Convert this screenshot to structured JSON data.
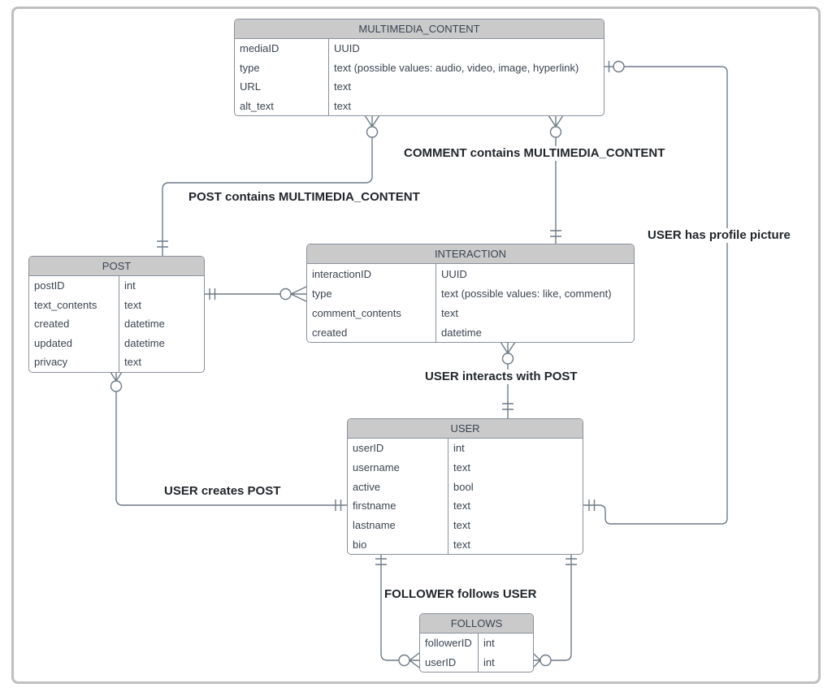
{
  "diagram_type": "entity-relationship (crow's foot notation)",
  "colors": {
    "background": "#ffffff",
    "canvas_border": "#bfbfbf",
    "entity_header_fill": "#cacaca",
    "entity_border": "#8a919a",
    "entity_text": "#3b4450",
    "connector_line": "#6e7a87",
    "relationship_label_text": "#22262b"
  },
  "entities": {
    "multimedia_content": {
      "title": "MULTIMEDIA_CONTENT",
      "rows": [
        {
          "name": "mediaID",
          "type": "UUID"
        },
        {
          "name": "type",
          "type": "text (possible values: audio, video, image, hyperlink)"
        },
        {
          "name": "URL",
          "type": "text"
        },
        {
          "name": "alt_text",
          "type": "text"
        }
      ]
    },
    "post": {
      "title": "POST",
      "rows": [
        {
          "name": "postID",
          "type": "int"
        },
        {
          "name": "text_contents",
          "type": "text"
        },
        {
          "name": "created",
          "type": "datetime"
        },
        {
          "name": "updated",
          "type": "datetime"
        },
        {
          "name": "privacy",
          "type": "text"
        }
      ]
    },
    "interaction": {
      "title": "INTERACTION",
      "rows": [
        {
          "name": "interactionID",
          "type": "UUID"
        },
        {
          "name": "type",
          "type": "text (possible values: like, comment)"
        },
        {
          "name": "comment_contents",
          "type": "text"
        },
        {
          "name": "created",
          "type": "datetime"
        }
      ]
    },
    "user": {
      "title": "USER",
      "rows": [
        {
          "name": "userID",
          "type": "int"
        },
        {
          "name": "username",
          "type": "text"
        },
        {
          "name": "active",
          "type": "bool"
        },
        {
          "name": "firstname",
          "type": "text"
        },
        {
          "name": "lastname",
          "type": "text"
        },
        {
          "name": "bio",
          "type": "text"
        }
      ]
    },
    "follows": {
      "title": "FOLLOWS",
      "rows": [
        {
          "name": "followerID",
          "type": "int"
        },
        {
          "name": "userID",
          "type": "int"
        }
      ]
    }
  },
  "relationships": [
    {
      "label": "POST contains MULTIMEDIA_CONTENT",
      "ends": [
        {
          "entity": "POST",
          "cardinality": "exactly-one"
        },
        {
          "entity": "MULTIMEDIA_CONTENT",
          "cardinality": "zero-or-many"
        }
      ]
    },
    {
      "label": "COMMENT contains MULTIMEDIA_CONTENT",
      "ends": [
        {
          "entity": "INTERACTION",
          "cardinality": "exactly-one"
        },
        {
          "entity": "MULTIMEDIA_CONTENT",
          "cardinality": "zero-or-many"
        }
      ]
    },
    {
      "label": "USER has profile picture",
      "ends": [
        {
          "entity": "USER",
          "cardinality": "exactly-one"
        },
        {
          "entity": "MULTIMEDIA_CONTENT",
          "cardinality": "zero-or-one"
        }
      ]
    },
    {
      "label": "USER interacts with POST",
      "ends": [
        {
          "entity": "USER",
          "cardinality": "exactly-one"
        },
        {
          "entity": "INTERACTION",
          "cardinality": "zero-or-many"
        }
      ]
    },
    {
      "label": "USER creates POST",
      "ends": [
        {
          "entity": "USER",
          "cardinality": "exactly-one"
        },
        {
          "entity": "POST",
          "cardinality": "zero-or-many"
        }
      ]
    },
    {
      "label": "FOLLOWER follows USER",
      "ends": [
        {
          "entity": "USER",
          "cardinality": "exactly-one"
        },
        {
          "entity": "FOLLOWS",
          "cardinality": "zero-or-many"
        }
      ]
    },
    {
      "label": "",
      "ends": [
        {
          "entity": "POST",
          "cardinality": "exactly-one"
        },
        {
          "entity": "INTERACTION",
          "cardinality": "zero-or-many"
        }
      ]
    },
    {
      "label": "",
      "ends": [
        {
          "entity": "USER",
          "cardinality": "exactly-one"
        },
        {
          "entity": "FOLLOWS",
          "cardinality": "zero-or-many"
        }
      ]
    }
  ]
}
